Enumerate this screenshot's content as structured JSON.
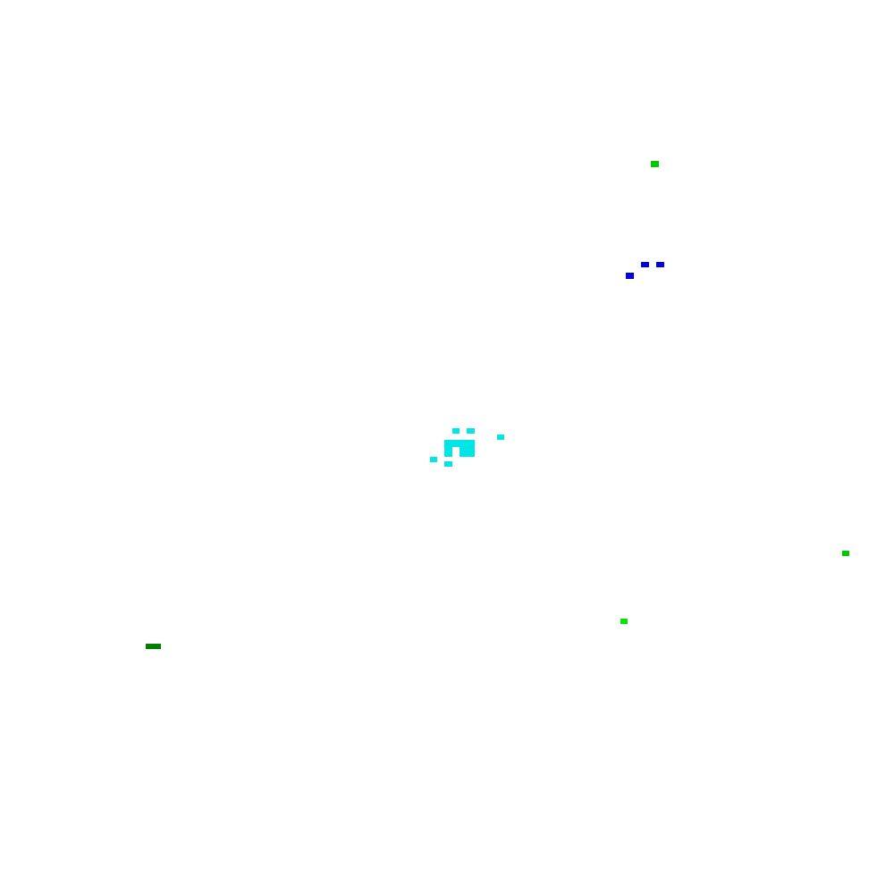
{
  "board": {
    "background": "#ffffff",
    "colors": {
      "cyan": "#00e5e5",
      "blue": "#0000e0",
      "green": "#00c800",
      "lime": "#00e600",
      "dark_green": "#008000"
    },
    "groups": [
      {
        "name": "cyan-cluster",
        "color_key": "cyan",
        "cell_count": 8
      },
      {
        "name": "blue-cluster",
        "color_key": "blue",
        "cell_count": 3
      },
      {
        "name": "green-cell-top",
        "color_key": "green",
        "cell_count": 1
      },
      {
        "name": "green-cell-right",
        "color_key": "green",
        "cell_count": 1
      },
      {
        "name": "lime-cell",
        "color_key": "lime",
        "cell_count": 1
      },
      {
        "name": "dark-green-cell",
        "color_key": "dark_green",
        "cell_count": 1
      }
    ]
  }
}
